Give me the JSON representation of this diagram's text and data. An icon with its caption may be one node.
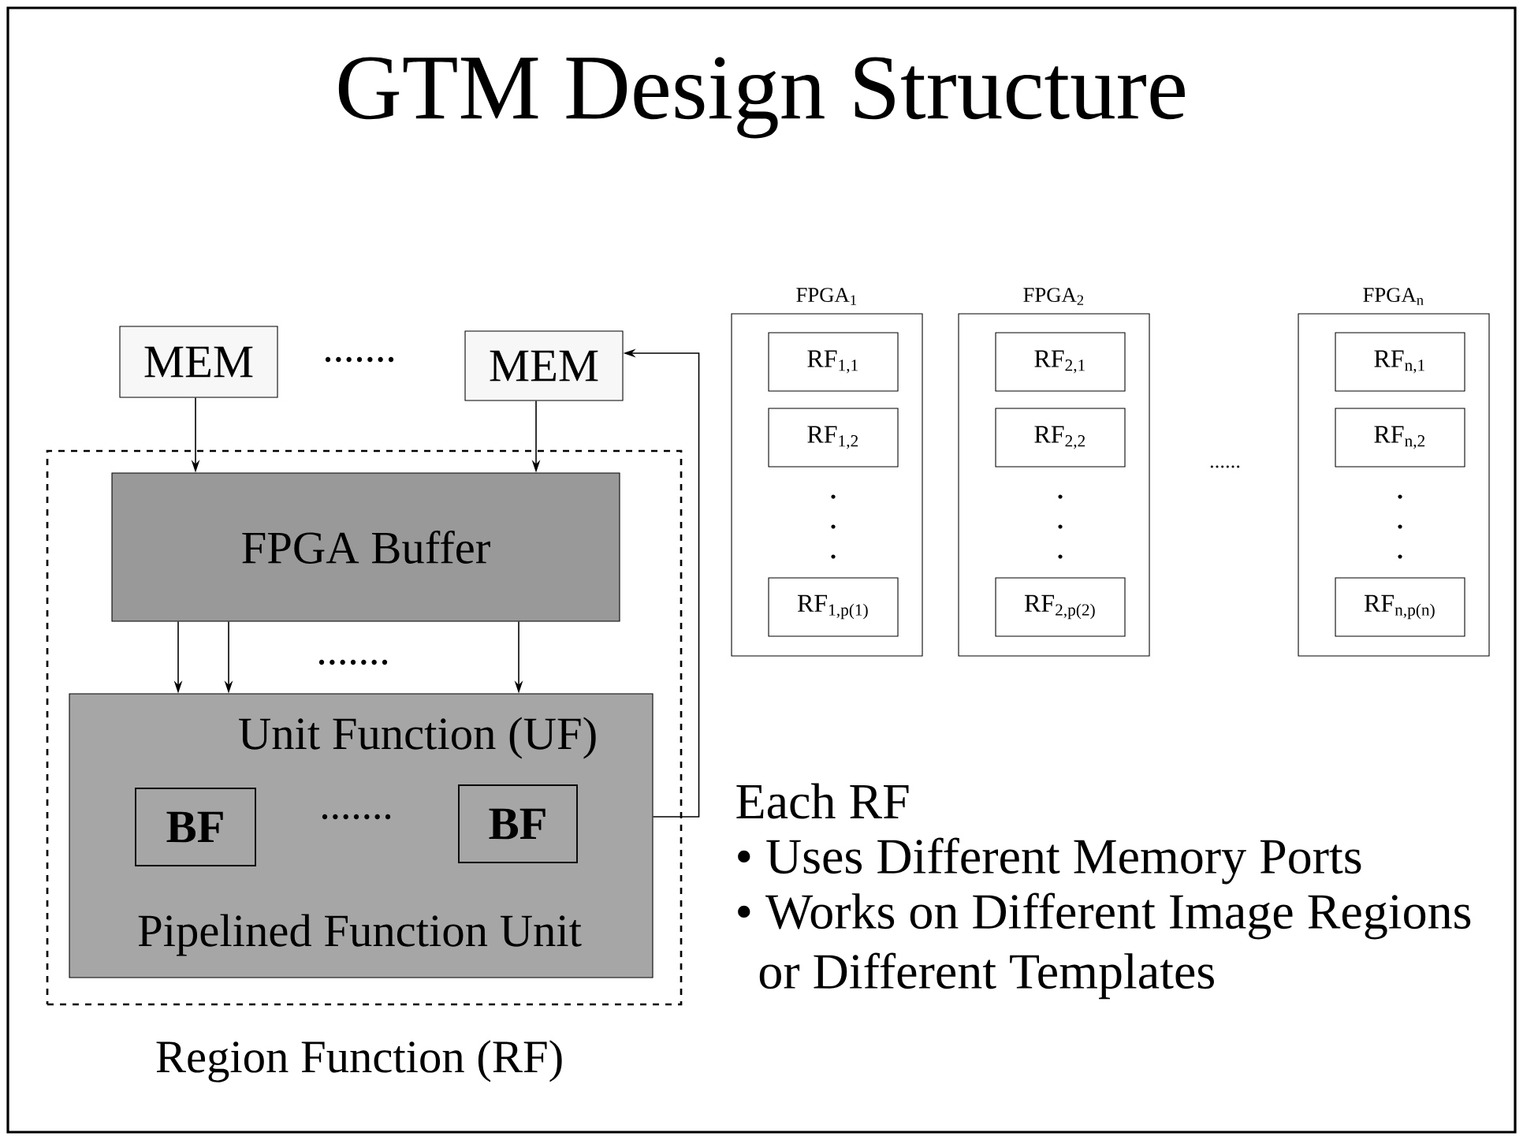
{
  "diagram": {
    "title": "GTM Design Structure",
    "nodes": [
      {
        "text": [
          "MEM"
        ]
      },
      {
        "text": [
          "MEM"
        ]
      },
      {
        "text": [
          "Region Function (RF)"
        ]
      },
      {
        "text": [
          "FPGA Buffer"
        ],
        "in": 2
      },
      {
        "text": [
          "Unit Function (UF)",
          "Pipelined Function Unit"
        ],
        "in": 2
      },
      {
        "text": [
          "BF"
        ],
        "in": 4
      },
      {
        "text": [
          "BF"
        ],
        "in": 4
      },
      {
        "text": [
          "FPGA$_{1}$"
        ]
      },
      {
        "text": [
          "RF$_{1,1}$"
        ],
        "in": 7
      },
      {
        "text": [
          "RF$_{1,2}$"
        ],
        "in": 7
      },
      {
        "text": [
          "RF$_{1,p(1)}$"
        ],
        "in": 7
      },
      {
        "text": [
          "FPGA$_{2}$"
        ]
      },
      {
        "text": [
          "RF$_{2,1}$"
        ],
        "in": 11
      },
      {
        "text": [
          "RF$_{2,2}$"
        ],
        "in": 11
      },
      {
        "text": [
          "RF$_{2,p(2)}$"
        ],
        "in": 11
      },
      {
        "text": [
          "FPGA$_{n}$"
        ]
      },
      {
        "text": [
          "RF$_{n,1}$"
        ],
        "in": 15
      },
      {
        "text": [
          "RF$_{n,2}$"
        ],
        "in": 15
      },
      {
        "text": [
          "RF$_{n,p(n)}$"
        ],
        "in": 15
      }
    ],
    "edges": [
      {
        "from": 0,
        "to": 3,
        "arrow": "to"
      },
      {
        "from": 1,
        "to": 3,
        "arrow": "to"
      },
      {
        "from": 3,
        "to": 4,
        "arrow": "to"
      },
      {
        "from": 3,
        "to": 4,
        "arrow": "to"
      },
      {
        "from": 3,
        "to": 4,
        "arrow": "to"
      },
      {
        "from": 4,
        "to": 1,
        "arrow": "to"
      }
    ],
    "labels": [
      ".......",
      ".......",
      ".......",
      "......",
      "Each RF",
      "• Uses Different Memory Ports",
      "• Works on Different Image Regions or Different Templates"
    ]
  }
}
